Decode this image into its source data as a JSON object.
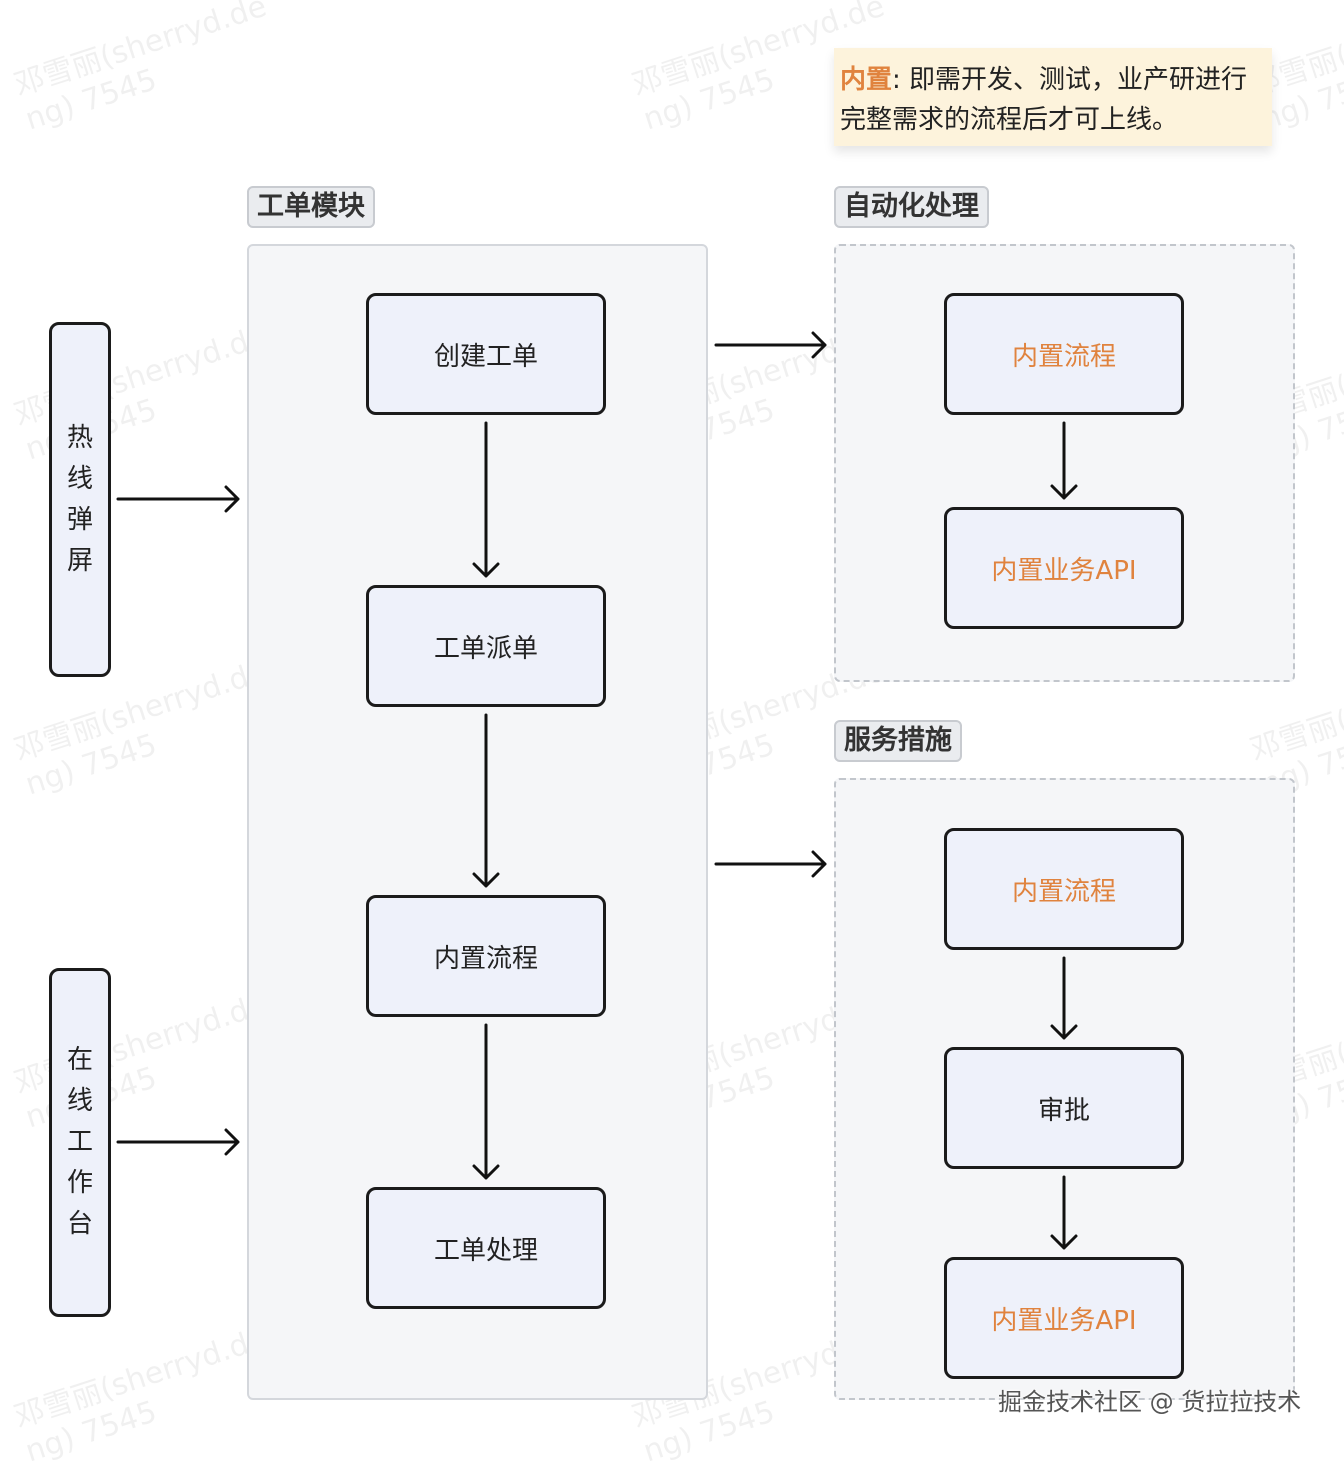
{
  "watermark": "邓雪丽(sherryd.de\nng) 7545",
  "note": {
    "highlight": "内置",
    "text": ": 即需开发、测试，业产研进行完整需求的流程后才可上线。"
  },
  "left_inputs": [
    {
      "chars": [
        "热",
        "线",
        "弹",
        "屏"
      ]
    },
    {
      "chars": [
        "在",
        "线",
        "工",
        "作",
        "台"
      ]
    }
  ],
  "ticket_module": {
    "label": "工单模块",
    "steps": [
      "创建工单",
      "工单派单",
      "内置流程",
      "工单处理"
    ]
  },
  "automation": {
    "label": "自动化处理",
    "steps": [
      "内置流程",
      "内置业务API"
    ]
  },
  "service": {
    "label": "服务措施",
    "steps": [
      "内置流程",
      "审批",
      "内置业务API"
    ]
  },
  "colors": {
    "accent": "#e0833e",
    "node_fill": "#eef1fa",
    "note_bg": "#fdf3dc"
  },
  "footer": "掘金技术社区 @ 货拉拉技术"
}
